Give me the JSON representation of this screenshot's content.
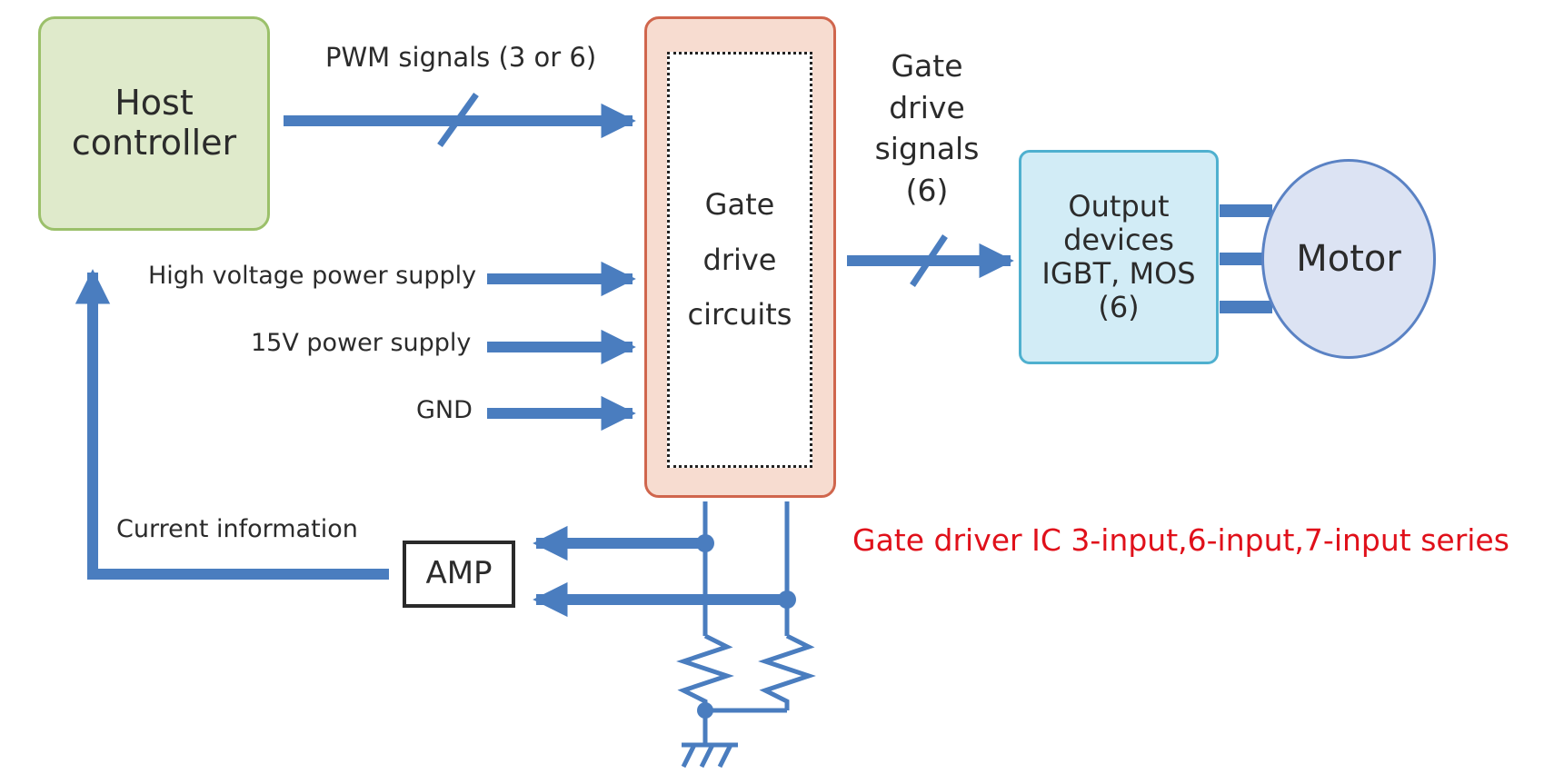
{
  "blocks": {
    "host_controller": [
      "Host",
      "controller"
    ],
    "gate_drive_circuits": [
      "Gate",
      "drive",
      "circuits"
    ],
    "output_devices": [
      "Output",
      "devices",
      "IGBT, MOS",
      "(6)"
    ],
    "motor": "Motor",
    "amp": "AMP"
  },
  "signals": {
    "pwm": "PWM signals (3 or 6)",
    "gate_drive": [
      "Gate",
      "drive",
      "signals",
      "(6)"
    ],
    "high_voltage": "High voltage power supply",
    "v15": "15V power supply",
    "gnd": "GND",
    "current_info": "Current information"
  },
  "caption": "Gate driver IC 3-input,6-input,7-input series",
  "colors": {
    "arrow": "#4a7dbf",
    "host_fill": "#dfeacb",
    "host_border": "#9bc06a",
    "gate_fill": "#f7dcd0",
    "gate_border": "#d0664d",
    "output_fill": "#d2ecf6",
    "output_border": "#4fb0cf",
    "motor_fill": "#dce3f3",
    "motor_border": "#5a82c4",
    "caption": "#e0101a"
  }
}
